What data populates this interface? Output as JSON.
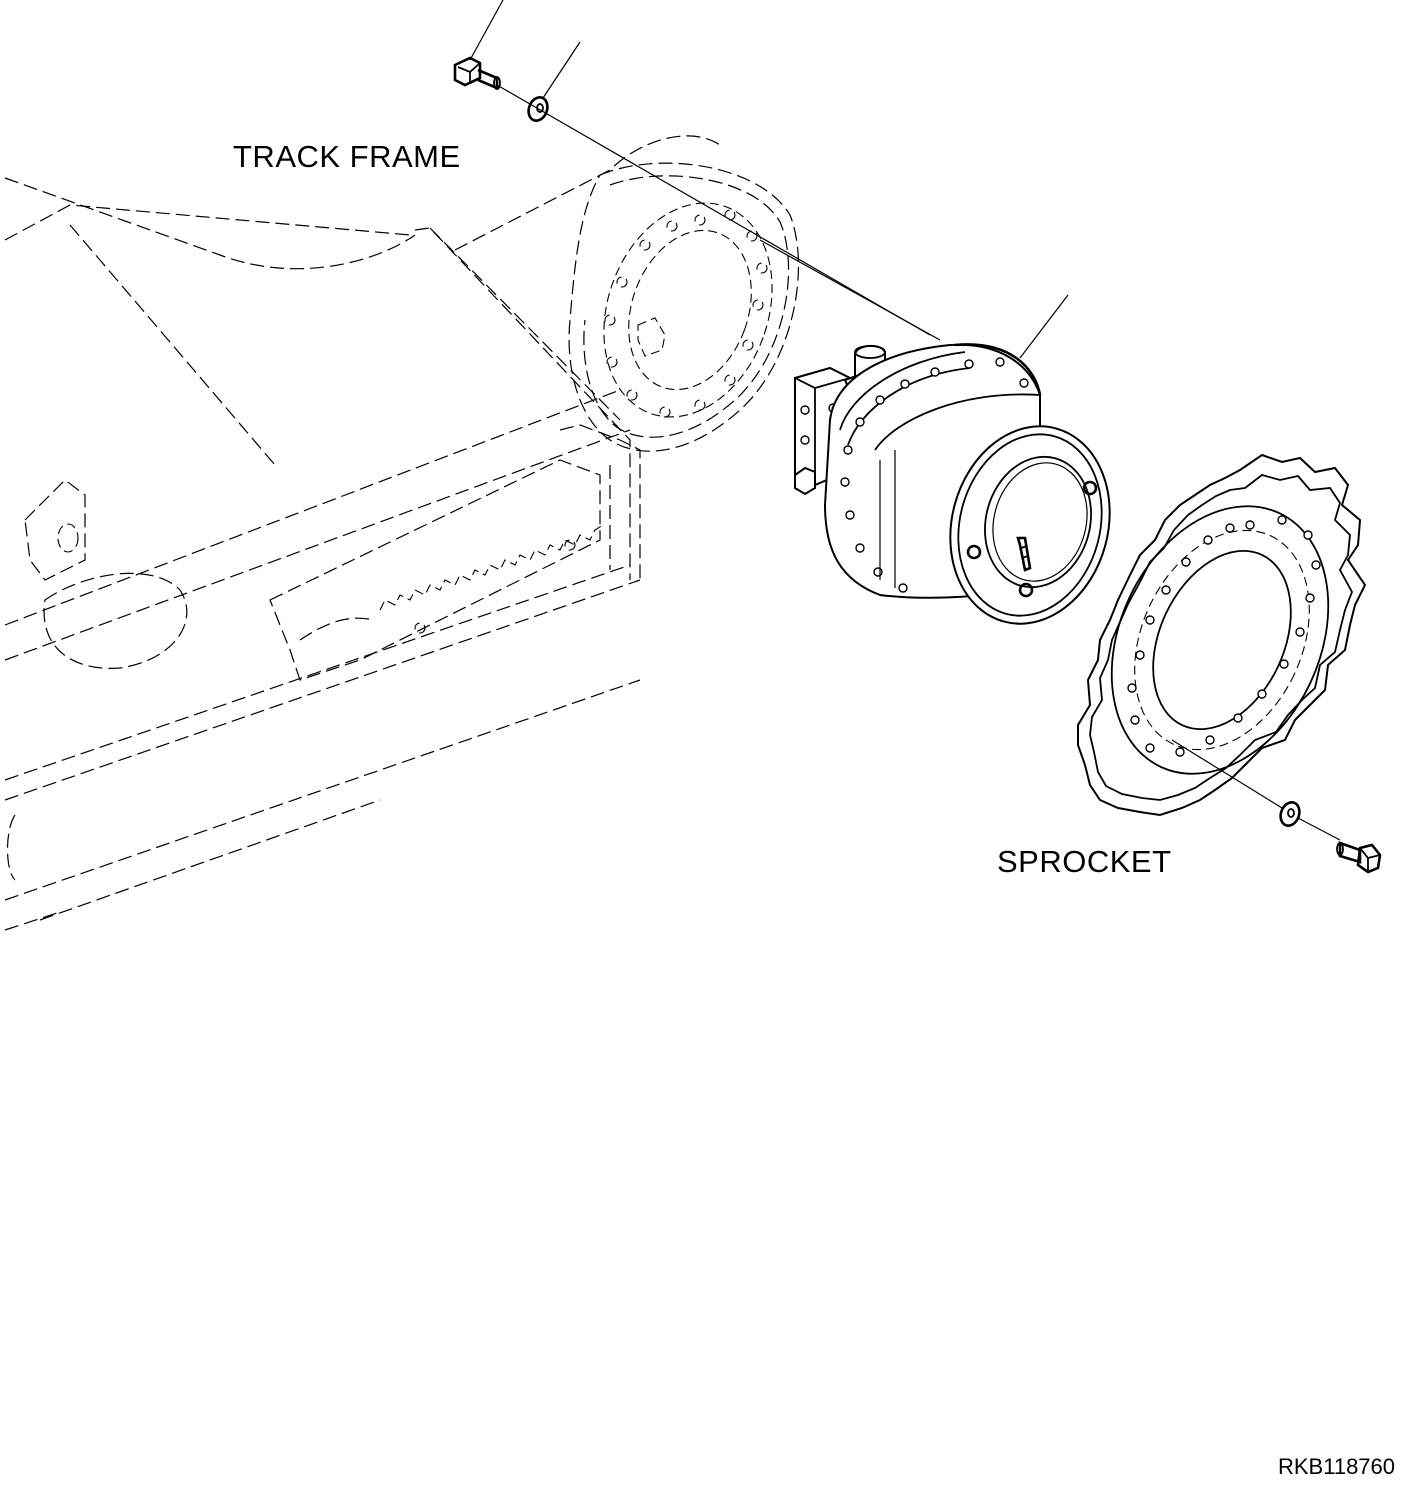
{
  "labels": {
    "track_frame": "TRACK FRAME",
    "sprocket": "SPROCKET",
    "drawing_code": "RKB118760"
  },
  "colors": {
    "line": "#000000",
    "background": "#ffffff"
  }
}
